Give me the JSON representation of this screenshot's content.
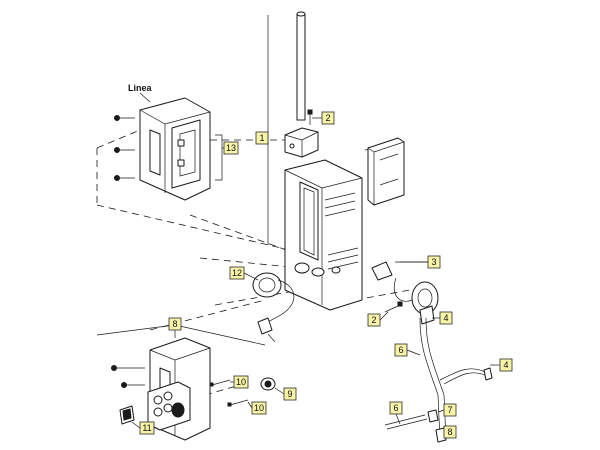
{
  "diagram": {
    "heading_label": "Linea",
    "callouts": [
      "1",
      "2",
      "3",
      "12",
      "2",
      "4",
      "6",
      "4",
      "8",
      "10",
      "9",
      "10",
      "11",
      "6",
      "7",
      "8",
      "13"
    ]
  }
}
